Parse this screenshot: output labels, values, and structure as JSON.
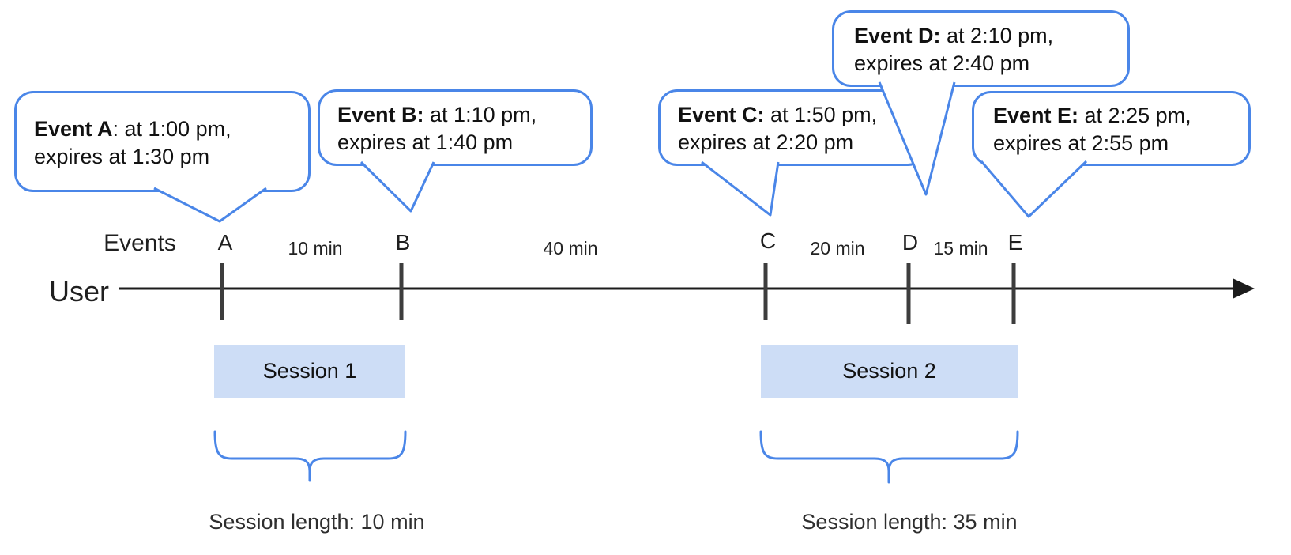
{
  "bubbles": [
    {
      "bold": "Event A",
      "rest": ": at 1:00 pm,",
      "line2": "expires at 1:30 pm"
    },
    {
      "bold": "Event B:",
      "rest": " at 1:10 pm,",
      "line2": "expires at 1:40 pm"
    },
    {
      "bold": "Event C:",
      "rest": " at 1:50 pm,",
      "line2": "expires at 2:20 pm"
    },
    {
      "bold": "Event D:",
      "rest": " at 2:10 pm,",
      "line2": "expires at 2:40 pm"
    },
    {
      "bold": "Event E:",
      "rest": " at 2:25 pm,",
      "line2": "expires at 2:55 pm"
    }
  ],
  "timeline": {
    "events_label": "Events",
    "user_label": "User",
    "event_marks": [
      "A",
      "B",
      "C",
      "D",
      "E"
    ],
    "gaps": [
      "10 min",
      "40 min",
      "20 min",
      "15 min"
    ]
  },
  "sessions": [
    {
      "label": "Session 1",
      "length": "Session length: 10 min"
    },
    {
      "label": "Session 2",
      "length": "Session length: 35 min"
    }
  ],
  "colors": {
    "bubble_border_blue": "#4a86e8",
    "brace_blue": "#4a86e8",
    "session_fill_blue": "#cdddf6",
    "axis_black": "#1c1c1c",
    "tick_gray": "#3d3d3d"
  }
}
